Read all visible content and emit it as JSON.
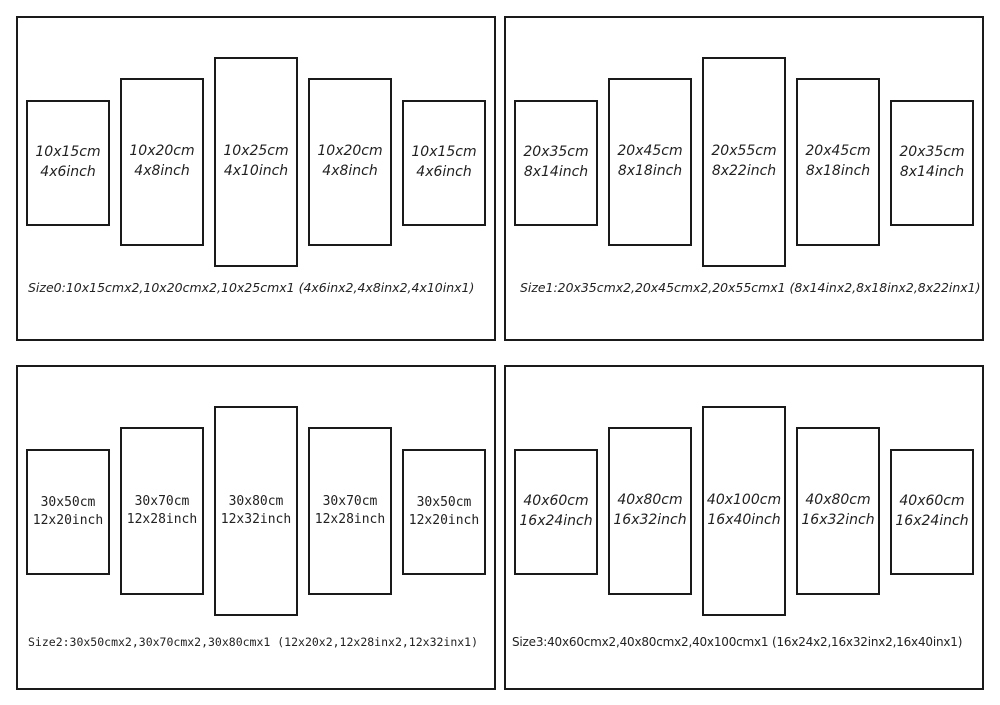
{
  "quadrants": [
    {
      "panels": [
        {
          "cm": "10x15cm",
          "inch": "4x6inch"
        },
        {
          "cm": "10x20cm",
          "inch": "4x8inch"
        },
        {
          "cm": "10x25cm",
          "inch": "4x10inch"
        },
        {
          "cm": "10x20cm",
          "inch": "4x8inch"
        },
        {
          "cm": "10x15cm",
          "inch": "4x6inch"
        }
      ],
      "caption": "Size0:10x15cmx2,10x20cmx2,10x25cmx1 (4x6inx2,4x8inx2,4x10inx1)"
    },
    {
      "panels": [
        {
          "cm": "20x35cm",
          "inch": "8x14inch"
        },
        {
          "cm": "20x45cm",
          "inch": "8x18inch"
        },
        {
          "cm": "20x55cm",
          "inch": "8x22inch"
        },
        {
          "cm": "20x45cm",
          "inch": "8x18inch"
        },
        {
          "cm": "20x35cm",
          "inch": "8x14inch"
        }
      ],
      "caption": "Size1:20x35cmx2,20x45cmx2,20x55cmx1 (8x14inx2,8x18inx2,8x22inx1)"
    },
    {
      "panels": [
        {
          "cm": "30x50cm",
          "inch": "12x20inch"
        },
        {
          "cm": "30x70cm",
          "inch": "12x28inch"
        },
        {
          "cm": "30x80cm",
          "inch": "12x32inch"
        },
        {
          "cm": "30x70cm",
          "inch": "12x28inch"
        },
        {
          "cm": "30x50cm",
          "inch": "12x20inch"
        }
      ],
      "caption": "Size2:30x50cmx2,30x70cmx2,30x80cmx1 (12x20x2,12x28inx2,12x32inx1)"
    },
    {
      "panels": [
        {
          "cm": "40x60cm",
          "inch": "16x24inch"
        },
        {
          "cm": "40x80cm",
          "inch": "16x32inch"
        },
        {
          "cm": "40x100cm",
          "inch": "16x40inch"
        },
        {
          "cm": "40x80cm",
          "inch": "16x32inch"
        },
        {
          "cm": "40x60cm",
          "inch": "16x24inch"
        }
      ],
      "caption": "Size3:40x60cmx2,40x80cmx2,40x100cmx1 (16x24x2,16x32inx2,16x40inx1)"
    }
  ]
}
